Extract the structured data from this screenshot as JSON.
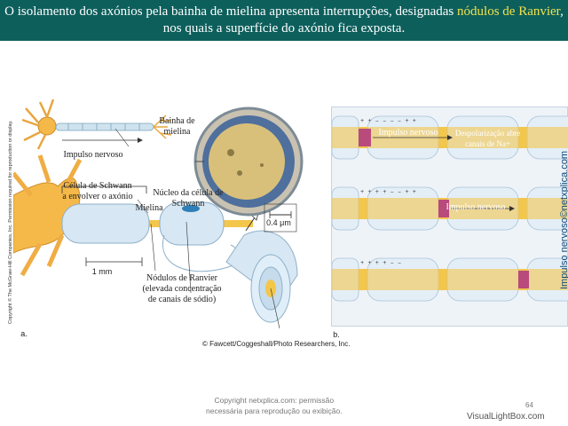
{
  "header": {
    "text_before": "O isolamento dos axónios pela bainha de mielina apresenta interrupções, designadas ",
    "highlight": "nódulos de Ranvier",
    "text_after": ", nos quais a superfície do axónio fica exposta."
  },
  "labels": {
    "bainha": "Bainha de mielina",
    "impulso_left": "Impulso nervoso",
    "celula_schwann": "Célula de Schwann a envolver o axónio",
    "nucleo": "Núcleo da célula de Schwann",
    "mielina": "Mielina",
    "scale_mm": "1 mm",
    "scale_um": "0.4 μm",
    "nodulos": "Nódulos de Ranvier (elevada concentração de canais de sódio)",
    "panel_a": "a.",
    "panel_b": "b.",
    "impulso_b1": "Impulso nervoso",
    "despolarizacao": "Despolarização abre canais de Na+",
    "impulso_b2": "Impulso nervoso"
  },
  "copyright_side": "Copyright © The McGraw-Hill Companies, Inc. Permission required for reproduction or display.",
  "photo_credit": "© Fawcett/Coggeshall/Photo Researchers, Inc.",
  "watermark_side": "Impulso nervoso©netxplica.com",
  "footer": {
    "line1": "Copyright netxplica.com: permissão",
    "line2": "necessária para reprodução ou exibição."
  },
  "page_number": "64",
  "visuallightbox": "VisualLightBox.com",
  "colors": {
    "header_bg": "#0d5f5c",
    "highlight": "#f3e24a",
    "axon": "#f2c55a",
    "myelin": "#d8e8f4",
    "impulse": "#8a2d7a"
  }
}
